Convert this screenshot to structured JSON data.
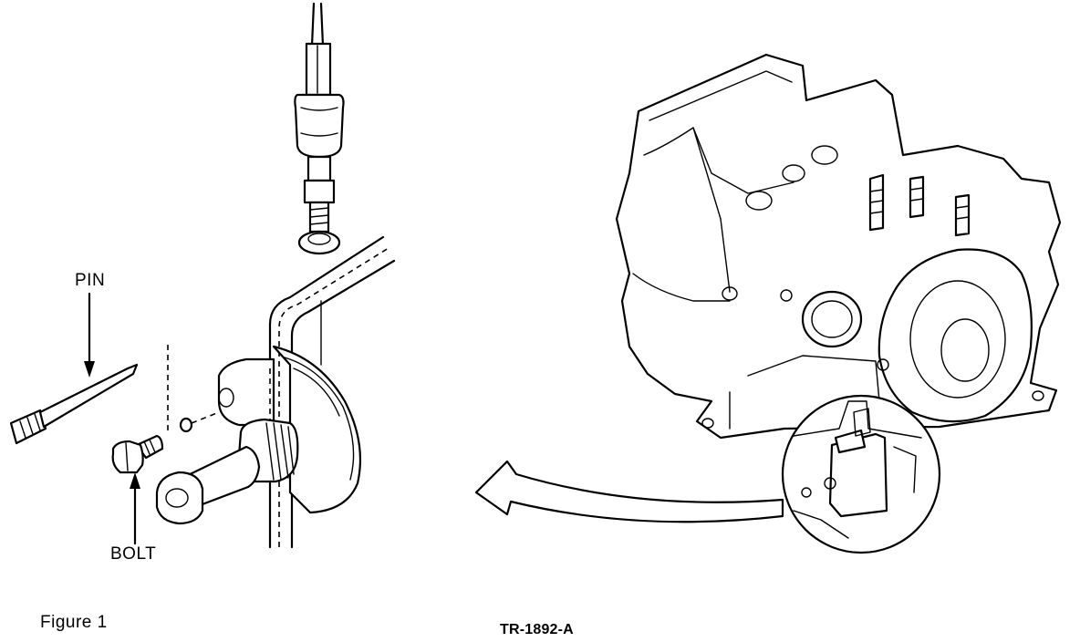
{
  "labels": {
    "pin": "PIN",
    "bolt": "BOLT",
    "figure": "Figure  1",
    "reference": "TR-1892-A"
  }
}
